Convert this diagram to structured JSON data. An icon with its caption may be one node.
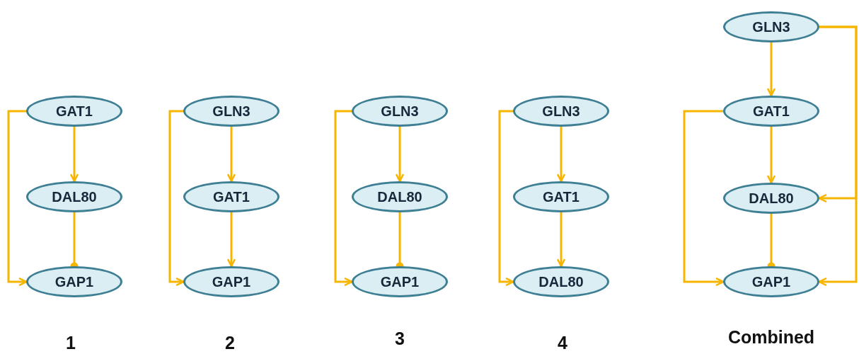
{
  "diagram": {
    "nodes": [
      {
        "text": [
          "GAT1"
        ]
      },
      {
        "text": [
          "DAL80"
        ]
      },
      {
        "text": [
          "GAP1"
        ]
      },
      {
        "text": [
          "GLN3"
        ]
      },
      {
        "text": [
          "GAT1"
        ]
      },
      {
        "text": [
          "GAP1"
        ]
      },
      {
        "text": [
          "GLN3"
        ]
      },
      {
        "text": [
          "DAL80"
        ]
      },
      {
        "text": [
          "GAP1"
        ]
      },
      {
        "text": [
          "GLN3"
        ]
      },
      {
        "text": [
          "GAT1"
        ]
      },
      {
        "text": [
          "DAL80"
        ]
      },
      {
        "text": [
          "GLN3"
        ]
      },
      {
        "text": [
          "GAT1"
        ]
      },
      {
        "text": [
          "DAL80"
        ]
      },
      {
        "text": [
          "GAP1"
        ]
      }
    ],
    "edges": [
      {
        "from": 0,
        "to": 1,
        "arrow": "to"
      },
      {
        "from": 1,
        "to": 2,
        "arrow": "other"
      },
      {
        "from": 0,
        "to": 2,
        "arrow": "to"
      },
      {
        "from": 3,
        "to": 4,
        "arrow": "to"
      },
      {
        "from": 4,
        "to": 5,
        "arrow": "to"
      },
      {
        "from": 3,
        "to": 5,
        "arrow": "to"
      },
      {
        "from": 6,
        "to": 7,
        "arrow": "to"
      },
      {
        "from": 7,
        "to": 8,
        "arrow": "other"
      },
      {
        "from": 6,
        "to": 8,
        "arrow": "to"
      },
      {
        "from": 9,
        "to": 10,
        "arrow": "to"
      },
      {
        "from": 10,
        "to": 11,
        "arrow": "to"
      },
      {
        "from": 9,
        "to": 11,
        "arrow": "to"
      },
      {
        "from": 12,
        "to": 13,
        "arrow": "to"
      },
      {
        "from": 13,
        "to": 14,
        "arrow": "to"
      },
      {
        "from": 14,
        "to": 15,
        "arrow": "other"
      },
      {
        "from": 13,
        "to": 15,
        "arrow": "to"
      },
      {
        "from": 12,
        "to": 14,
        "arrow": "to"
      },
      {
        "from": 12,
        "to": 15,
        "arrow": "to"
      }
    ],
    "labels": [
      "1",
      "2",
      "3",
      "4",
      "Combined"
    ]
  }
}
